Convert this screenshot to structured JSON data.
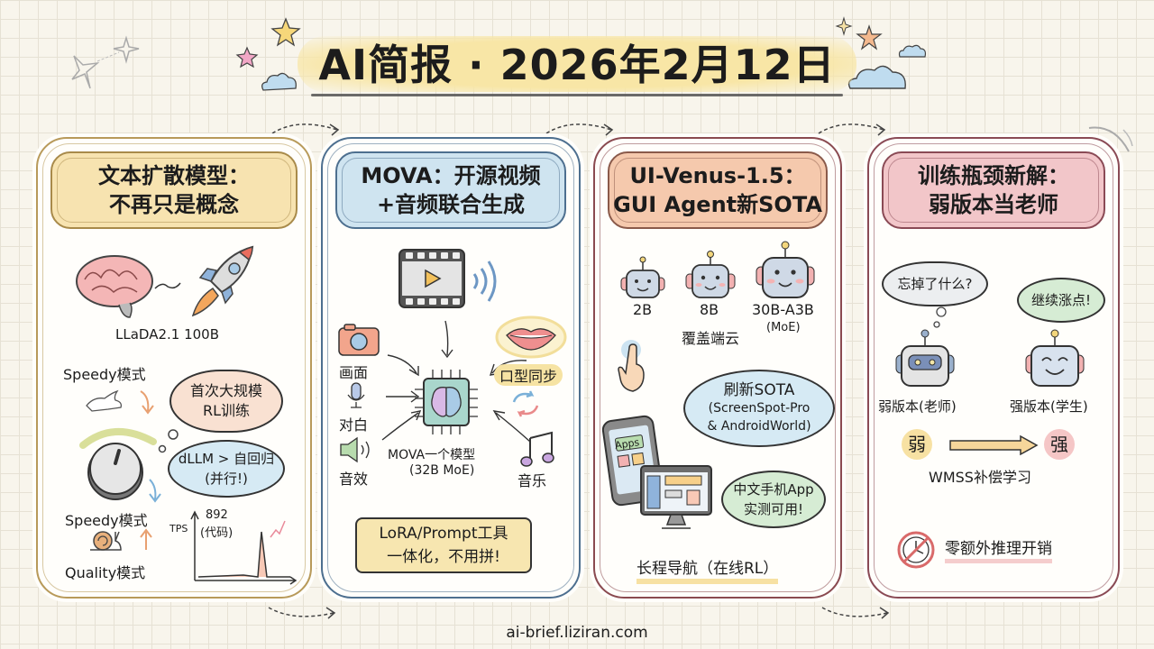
{
  "title": "AI简报 · 2026年2月12日",
  "footer": "ai-brief.liziran.com",
  "colors": {
    "background": "#f8f5ec",
    "title_highlight": "#f8e6a6",
    "panel1_header": "#f7e3b0",
    "panel2_header": "#cfe4f0",
    "panel3_header": "#f5c9ad",
    "panel4_header": "#f2c6c9"
  },
  "panels": [
    {
      "title_line1": "文本扩散模型：",
      "title_line2": "不再只是概念",
      "icons": [
        "brain-icon",
        "rocket-icon",
        "rabbit-icon",
        "dial-knob-icon",
        "snail-icon",
        "tps-chart-icon"
      ],
      "model_label": "LLaDA2.1 100B",
      "speedy_top": "Speedy模式",
      "speedy_bottom": "Speedy模式",
      "quality": "Quality模式",
      "cloud_line1": "首次大规模",
      "cloud_line2": "RL训练",
      "bubble_line1": "dLLM > 自回归",
      "bubble_line2": "(并行!)",
      "chart_axis": "TPS",
      "chart_value": "892",
      "chart_note": "(代码)"
    },
    {
      "title_line1": "MOVA：开源视频",
      "title_line2": "+音频联合生成",
      "icons": [
        "film-play-icon",
        "sound-waves-icon",
        "camera-icon",
        "microphone-icon",
        "speaker-icon",
        "chip-brain-icon",
        "lips-icon",
        "sync-arrows-icon",
        "music-note-icon"
      ],
      "input_visual": "画面",
      "input_dialog": "对白",
      "input_sfx": "音效",
      "lip_sync": "口型同步",
      "music": "音乐",
      "model_line1": "MOVA一个模型",
      "model_line2": "(32B MoE)",
      "note_line1": "LoRA/Prompt工具",
      "note_line2": "一体化，不用拼!"
    },
    {
      "title_line1": "UI-Venus-1.5：",
      "title_line2": "GUI Agent新SOTA",
      "icons": [
        "robot-small-icon",
        "robot-medium-icon",
        "robot-large-icon",
        "tap-finger-icon",
        "phone-icon",
        "monitor-icon"
      ],
      "sizes": [
        "2B",
        "8B",
        "30B-A3B"
      ],
      "moe_note": "(MoE)",
      "coverage": "覆盖端云",
      "sota_line1": "刷新SOTA",
      "sota_line2": "(ScreenSpot-Pro",
      "sota_line3": "& AndroidWorld)",
      "phone_app_label": "Apps",
      "cn_line1": "中文手机App",
      "cn_line2": "实测可用!",
      "nav": "长程导航（在线RL）"
    },
    {
      "title_line1": "训练瓶颈新解：",
      "title_line2": "弱版本当老师",
      "icons": [
        "robot-teacher-icon",
        "robot-student-icon",
        "arrow-right-icon",
        "no-clock-icon"
      ],
      "thought": "忘掉了什么?",
      "speech": "继续涨点!",
      "teacher": "弱版本(老师)",
      "student": "强版本(学生)",
      "weak": "弱",
      "strong": "强",
      "method": "WMSS补偿学习",
      "overhead": "零额外推理开销"
    }
  ]
}
